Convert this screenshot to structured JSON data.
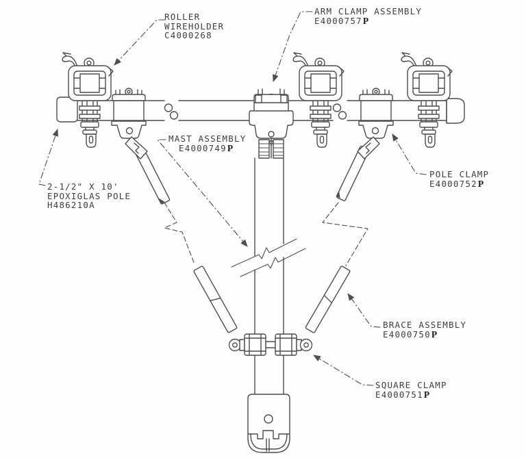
{
  "figure": {
    "kind": "exploded parts diagram",
    "style": {
      "background": "#fdfdfd",
      "line_color": "#4d4d4d",
      "text_color": "#3e3e3e",
      "suffix_color": "#1c1c1c"
    }
  },
  "labels": {
    "roller_wireholder": {
      "name_line1": "ROLLER",
      "name_line2": "WIREHOLDER",
      "part_number": "C4000268"
    },
    "arm_clamp_assembly": {
      "name": "ARM CLAMP ASSEMBLY",
      "part_number": "E4000757",
      "suffix": "P"
    },
    "mast_assembly": {
      "name": "MAST ASSEMBLY",
      "part_number": "E4000749",
      "suffix": "P"
    },
    "pole_clamp": {
      "name": "POLE CLAMP",
      "part_number": "E4000752",
      "suffix": "P"
    },
    "epoxiglas_pole": {
      "name_line1": "2-1/2\" X 10'",
      "name_line2": "EPOXIGLAS POLE",
      "part_number": "H486210A"
    },
    "brace_assembly": {
      "name": "BRACE ASSEMBLY",
      "part_number": "E4000750",
      "suffix": "P"
    },
    "square_clamp": {
      "name": "SQUARE CLAMP",
      "part_number": "E4000751",
      "suffix": "P"
    }
  }
}
